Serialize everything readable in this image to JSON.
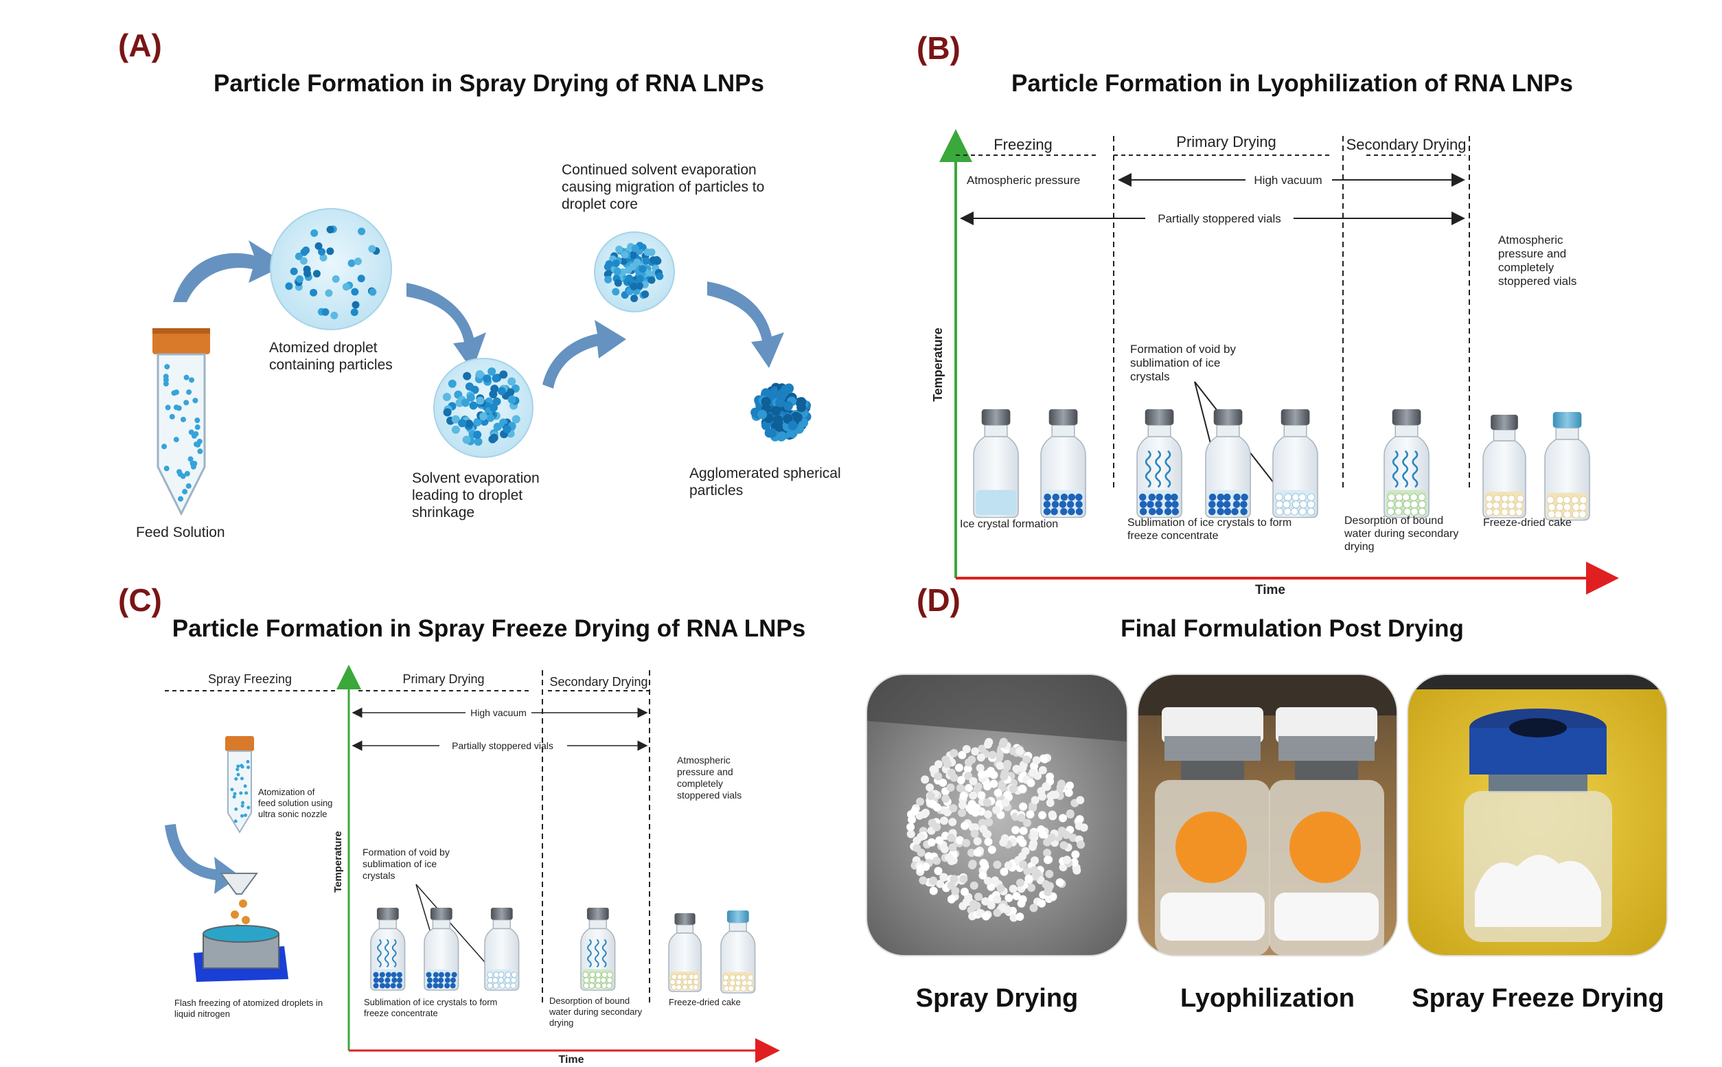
{
  "panels": {
    "A": {
      "letter": "(A)",
      "title": "Particle Formation in Spray Drying of RNA LNPs",
      "labels": {
        "feed": "Feed Solution",
        "atomized_1": "Atomized droplet",
        "atomized_2": "containing particles",
        "evap_1": "Solvent evaporation",
        "evap_2": "leading to droplet",
        "evap_3": "shrinkage",
        "cont_1": "Continued solvent evaporation",
        "cont_2": "causing migration of particles to",
        "cont_3": "droplet core",
        "agg_1": "Agglomerated spherical",
        "agg_2": "particles"
      }
    },
    "B": {
      "letter": "(B)",
      "title": "Particle Formation in Lyophilization of RNA LNPs",
      "phases": [
        "Freezing",
        "Primary Drying",
        "Secondary Drying"
      ],
      "atm_pressure": "Atmospheric pressure",
      "high_vacuum": "High vacuum",
      "partially_stoppered": "Partially stoppered vials",
      "atm_complete": [
        "Atmospheric",
        "pressure and",
        "completely",
        "stoppered vials"
      ],
      "void_note": [
        "Formation of void by",
        "sublimation of ice",
        "crystals"
      ],
      "ylabel": "Temperature",
      "xlabel": "Time",
      "captions": {
        "ice": "Ice crystal formation",
        "sub_1": "Sublimation of ice crystals to form",
        "sub_2": "freeze concentrate",
        "des_1": "Desorption of bound",
        "des_2": "water during secondary",
        "des_3": "drying",
        "cake": "Freeze-dried cake"
      }
    },
    "C": {
      "letter": "(C)",
      "title": "Particle Formation in Spray Freeze Drying of RNA LNPs",
      "phases": [
        "Spray Freezing",
        "Primary Drying",
        "Secondary Drying"
      ],
      "high_vacuum": "High vacuum",
      "partially_stoppered": "Partially stoppered vials",
      "atm_complete": [
        "Atmospheric",
        "pressure and",
        "completely",
        "stoppered vials"
      ],
      "atomization": [
        "Atomization of",
        "feed solution using",
        "ultra sonic nozzle"
      ],
      "void_note": [
        "Formation of void by",
        "sublimation of ice",
        "crystals"
      ],
      "flash": [
        "Flash freezing of atomized droplets in",
        "liquid nitrogen"
      ],
      "ylabel": "Temperature",
      "xlabel": "Time",
      "captions": {
        "sub_1": "Sublimation of ice crystals to form",
        "sub_2": "freeze concentrate",
        "des_1": "Desorption of bound",
        "des_2": "water during secondary",
        "des_3": "drying",
        "cake": "Freeze-dried cake"
      }
    },
    "D": {
      "letter": "(D)",
      "title": "Final Formulation Post Drying",
      "photos": [
        "Spray Drying",
        "Lyophilization",
        "Spray Freeze Drying"
      ]
    }
  },
  "colors": {
    "panel_letter": "#7a1515",
    "droplet_fill": "#d6eef8",
    "particle_blue": "#1e88c9",
    "arrow_blue": "#4a7fb5",
    "temperature_axis": "#3aa83a",
    "time_axis": "#e02020",
    "tube_cap": "#d97a2a"
  }
}
